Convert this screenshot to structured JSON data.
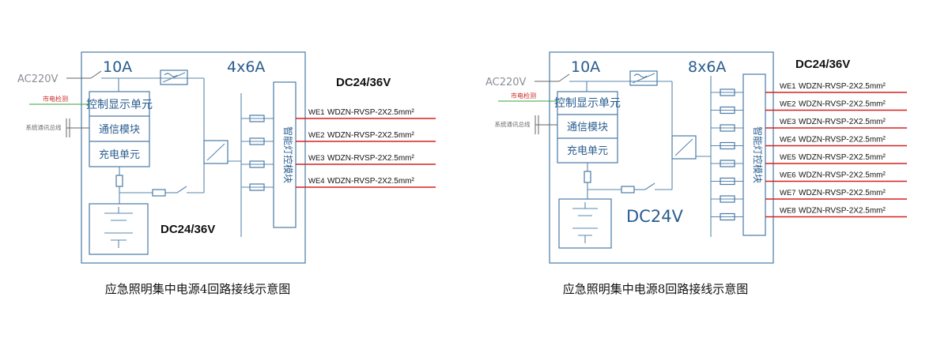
{
  "diagrams": [
    {
      "current_in": "10A",
      "current_out": "4x6A",
      "ac_input": "AC220V",
      "mains_detect": "市电检测",
      "system_comm": "系统通讯总线",
      "control_display": "控制显示单元",
      "comm_module": "通信模块",
      "charge_unit": "充电单元",
      "smart_lamp_module": "智能灯控模块",
      "dc_header": "DC24/36V",
      "battery_label": "DC24/36V",
      "circuits": [
        {
          "name": "WE1",
          "cable": "WDZN-RVSP-2X2.5mm²"
        },
        {
          "name": "WE2",
          "cable": "WDZN-RVSP-2X2.5mm²"
        },
        {
          "name": "WE3",
          "cable": "WDZN-RVSP-2X2.5mm²"
        },
        {
          "name": "WE4",
          "cable": "WDZN-RVSP-2X2.5mm²"
        }
      ],
      "caption": "应急照明集中电源4回路接线示意图"
    },
    {
      "current_in": "10A",
      "current_out": "8x6A",
      "ac_input": "AC220V",
      "mains_detect": "市电检测",
      "system_comm": "系统通讯总线",
      "control_display": "控制显示单元",
      "comm_module": "通信模块",
      "charge_unit": "充电单元",
      "smart_lamp_module": "智能灯控模块",
      "dc_header": "DC24/36V",
      "battery_label": "DC24V",
      "circuits": [
        {
          "name": "WE1",
          "cable": "WDZN-RVSP-2X2.5mm²"
        },
        {
          "name": "WE2",
          "cable": "WDZN-RVSP-2X2.5mm²"
        },
        {
          "name": "WE3",
          "cable": "WDZN-RVSP-2X2.5mm²"
        },
        {
          "name": "WE4",
          "cable": "WDZN-RVSP-2X2.5mm²"
        },
        {
          "name": "WE5",
          "cable": "WDZN-RVSP-2X2.5mm²"
        },
        {
          "name": "WE6",
          "cable": "WDZN-RVSP-2X2.5mm²"
        },
        {
          "name": "WE7",
          "cable": "WDZN-RVSP-2X2.5mm²"
        },
        {
          "name": "WE8",
          "cable": "WDZN-RVSP-2X2.5mm²"
        }
      ],
      "caption": "应急照明集中电源8回路接线示意图"
    }
  ]
}
